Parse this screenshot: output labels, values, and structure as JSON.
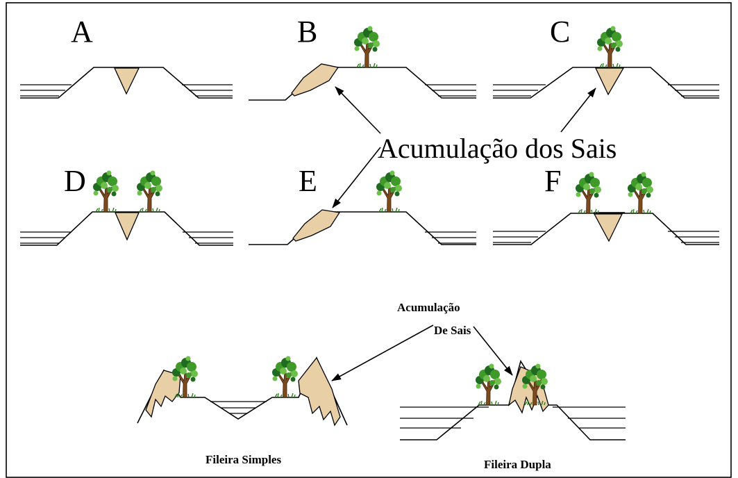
{
  "panels": [
    {
      "id": "A",
      "label": "A"
    },
    {
      "id": "B",
      "label": "B"
    },
    {
      "id": "C",
      "label": "C"
    },
    {
      "id": "D",
      "label": "D"
    },
    {
      "id": "E",
      "label": "E"
    },
    {
      "id": "F",
      "label": "F"
    }
  ],
  "annotations": {
    "main": "Acumulação dos Sais",
    "bottom_line1": "Acumulação",
    "bottom_line2": "De Sais"
  },
  "captions": {
    "single_row": "Fileira Simples",
    "double_row": "Fileira Dupla"
  },
  "colors": {
    "salt": "#e8cfa6",
    "foliage": "#3f9a2a",
    "trunk": "#7b4a1e"
  },
  "icons": [
    "tree-icon",
    "arrow-icon",
    "water-lines-icon"
  ]
}
